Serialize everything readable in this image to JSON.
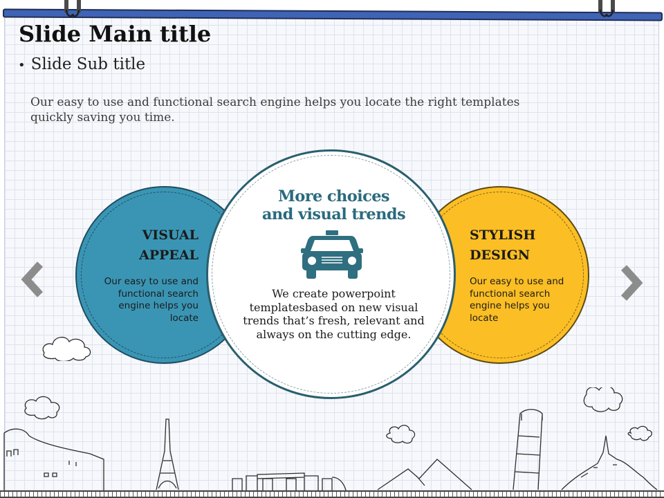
{
  "slide": {
    "title": "Slide Main title",
    "subtitle": "Slide Sub title",
    "bullet": "•",
    "intro": "Our easy to use and functional search engine helps you locate the right templates quickly saving you time."
  },
  "left_panel": {
    "heading_line1": "VISUAL",
    "heading_line2": "APPEAL",
    "text": "Our easy to use and functional search engine helps you locate"
  },
  "center_panel": {
    "heading_line1": "More choices",
    "heading_line2": "and visual trends",
    "icon": "taxi-icon",
    "text": "We create powerpoint templatesbased on new visual trends that’s fresh, relevant  and always on the cutting edge."
  },
  "right_panel": {
    "heading_line1": "STYLISH",
    "heading_line2": "DESIGN",
    "text": "Our easy to use and functional search engine helps you locate"
  },
  "nav": {
    "prev_icon": "chevron-left-icon",
    "next_icon": "chevron-right-icon"
  },
  "colors": {
    "teal": "#3a95b4",
    "yellow": "#fbbe24",
    "dark_teal": "#2a6a7e",
    "arrow_gray": "#8c8c8c"
  }
}
